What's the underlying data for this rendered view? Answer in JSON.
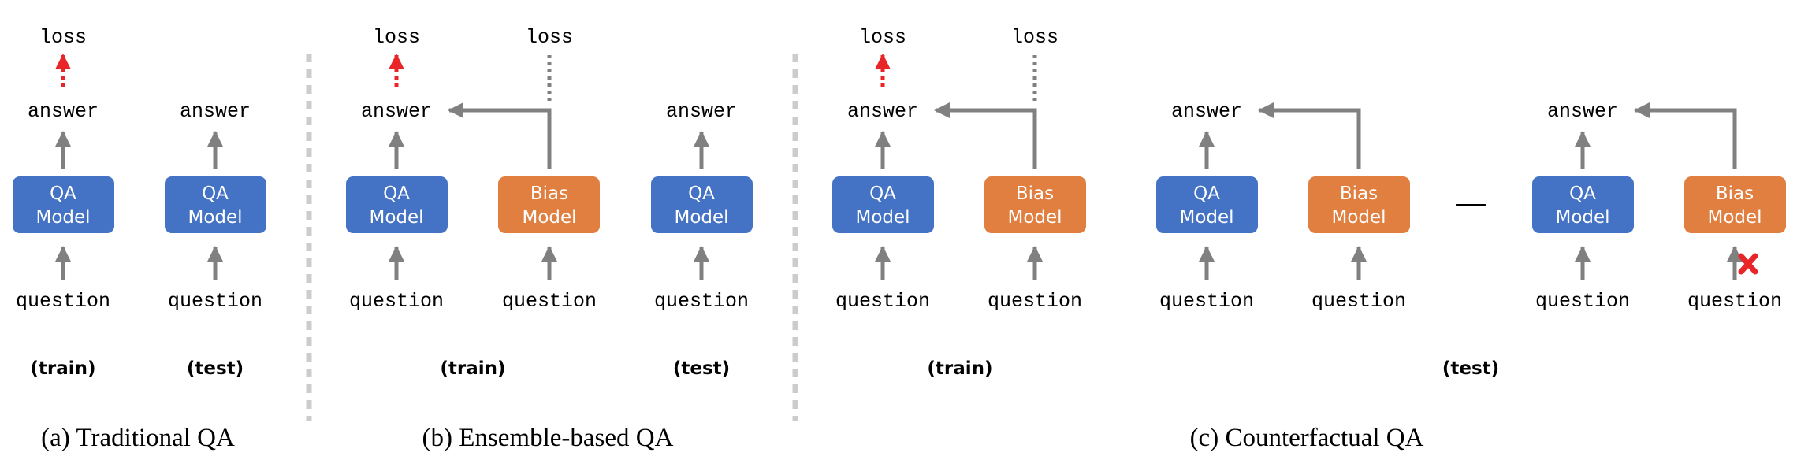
{
  "colors": {
    "qa_model": "#4472c4",
    "bias_model": "#e07f3f",
    "arrow": "#808080",
    "loss_arrow": "#e8262a",
    "divider": "#cccccc",
    "block_mark": "#e8262a"
  },
  "labels": {
    "loss": "loss",
    "answer": "answer",
    "question": "question",
    "qa_line1": "QA",
    "qa_line2": "Model",
    "bias_line1": "Bias",
    "bias_line2": "Model",
    "train": "(train)",
    "test": "(test)",
    "minus": "—"
  },
  "captions": {
    "a": "(a) Traditional QA",
    "b": "(b) Ensemble-based QA",
    "c": "(c) Counterfactual QA"
  }
}
